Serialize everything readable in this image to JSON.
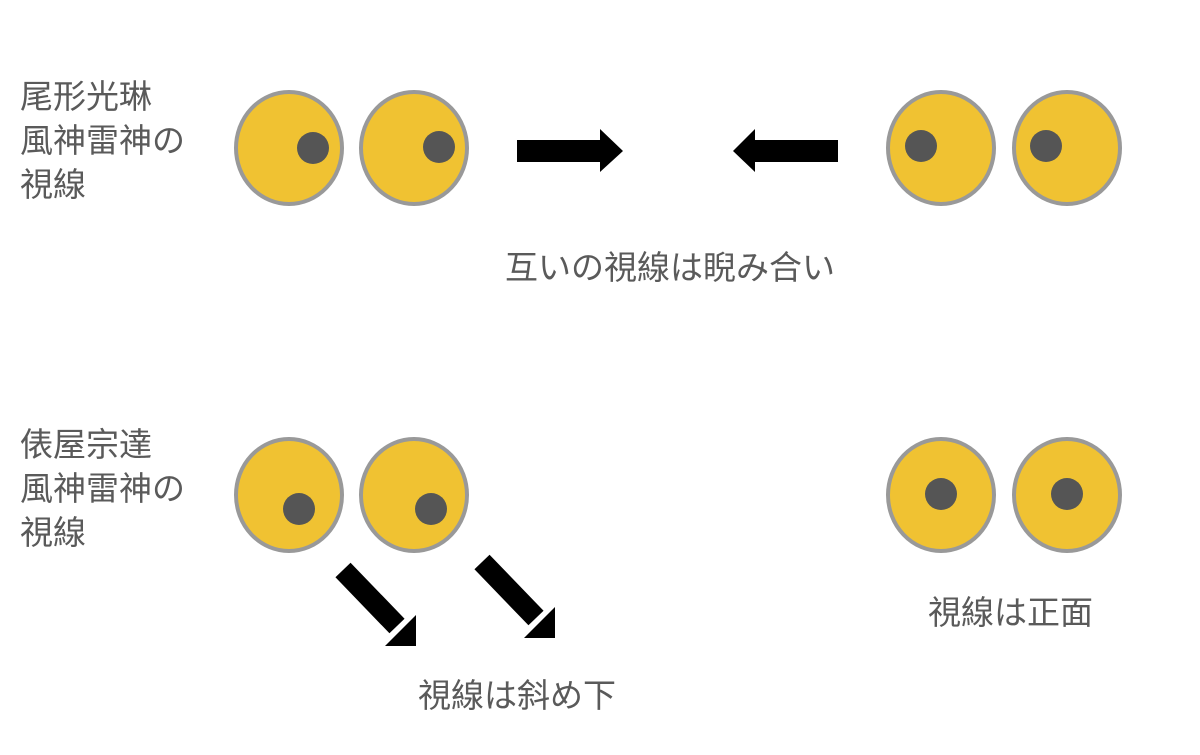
{
  "labels": {
    "korin": "尾形光琳\n風神雷神の\n視線",
    "sotatsu": "俵屋宗達\n風神雷神の\n視線"
  },
  "captions": {
    "glare": "互いの視線は睨み合い",
    "down": "視線は斜め下",
    "front": "視線は正面"
  },
  "colors": {
    "eye_fill": "#f0c232",
    "eye_stroke": "#999999",
    "pupil": "#555555",
    "arrow": "#000000",
    "text": "#5a5a5a"
  },
  "eye_groups": [
    {
      "name": "korin-left-eyes",
      "gaze": "right"
    },
    {
      "name": "korin-right-eyes",
      "gaze": "left"
    },
    {
      "name": "sotatsu-left-eyes",
      "gaze": "down-right"
    },
    {
      "name": "sotatsu-right-eyes",
      "gaze": "center"
    }
  ]
}
